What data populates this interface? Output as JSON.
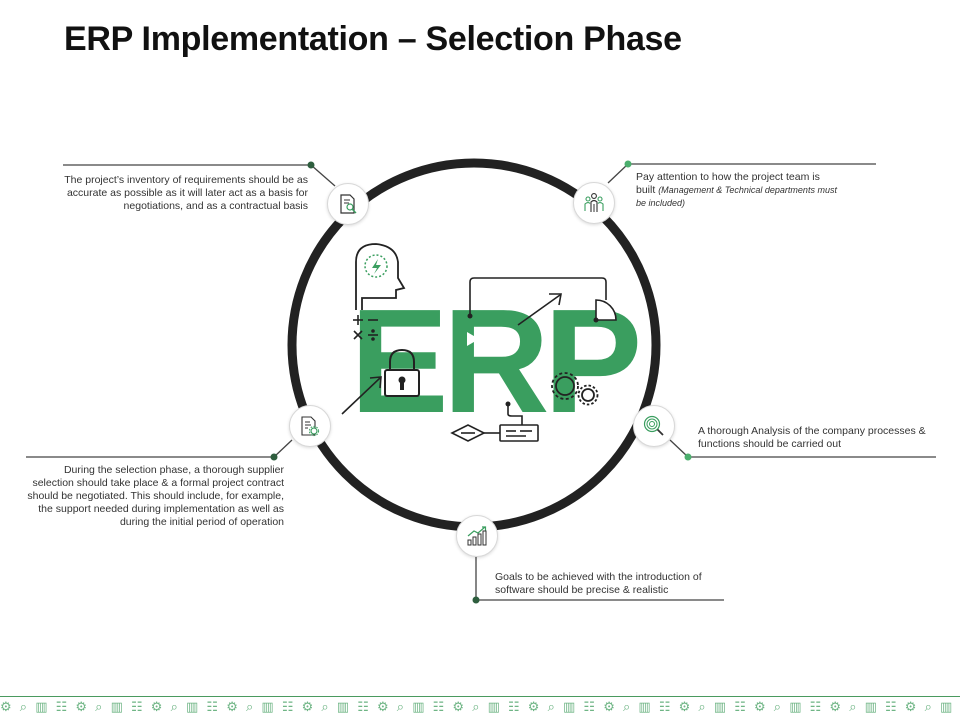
{
  "title": "ERP Implementation – Selection Phase",
  "center_word": "ERP",
  "colors": {
    "accent": "#3a9e5f",
    "ring": "#222222",
    "dot_dark": "#2e5e3e",
    "dot_green": "#4caf6e"
  },
  "items": [
    {
      "position": "top-left",
      "icon": "document-search-icon",
      "text": "The project’s inventory of requirements should be as accurate as possible as it will later act as a basis for negotiations, and as a contractual basis"
    },
    {
      "position": "top-right",
      "icon": "team-icon",
      "text": "Pay attention to how the project team is built",
      "note": "(Management & Technical departments must be included)"
    },
    {
      "position": "right",
      "icon": "target-magnifier-icon",
      "text": "A thorough Analysis of the company processes & functions should be carried out"
    },
    {
      "position": "bottom",
      "icon": "growth-chart-icon",
      "text": "Goals to be achieved with the introduction of software should be precise & realistic"
    },
    {
      "position": "left",
      "icon": "contract-settings-icon",
      "text": "During the selection phase, a thorough supplier selection should take place & a formal project contract should be negotiated. This should include, for example, the support needed during implementation as well as during the initial period of operation"
    }
  ]
}
